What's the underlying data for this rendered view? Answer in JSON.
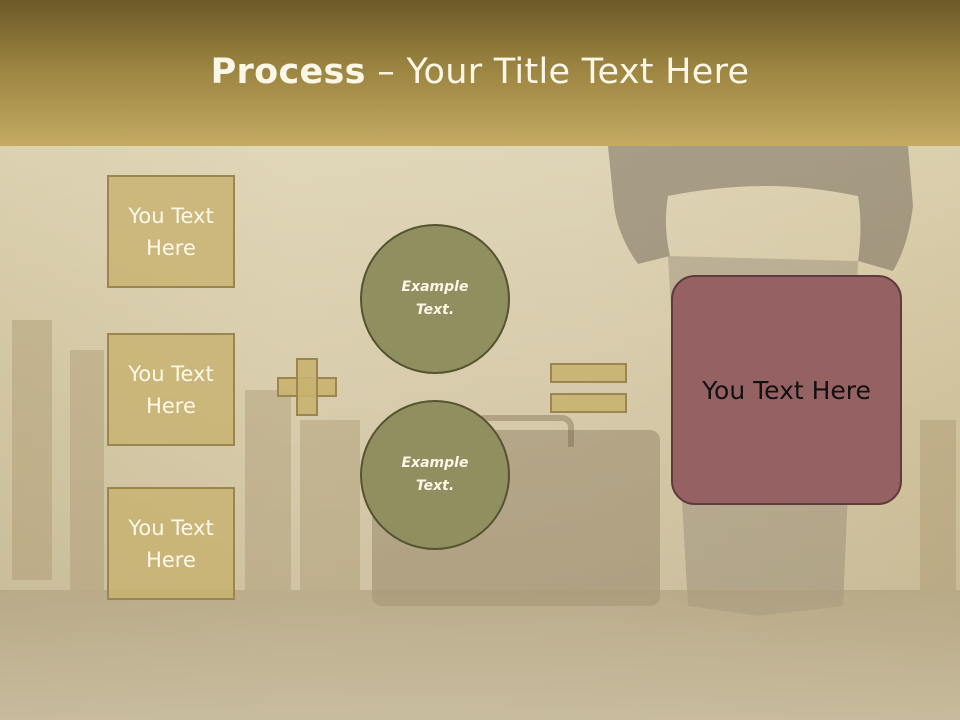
{
  "title": {
    "bold": "Process",
    "rest": " – Your Title Text Here"
  },
  "left_boxes": [
    {
      "text": "You Text Here"
    },
    {
      "text": "You Text Here"
    },
    {
      "text": "You Text Here"
    }
  ],
  "circles": [
    {
      "text": "Example Text."
    },
    {
      "text": "Example Text."
    }
  ],
  "result": {
    "text": "You Text Here"
  },
  "colors": {
    "title_band": "#9a8340",
    "box_fill": "#c8b270",
    "circle_fill": "#8f8f5f",
    "result_fill": "#956162"
  }
}
